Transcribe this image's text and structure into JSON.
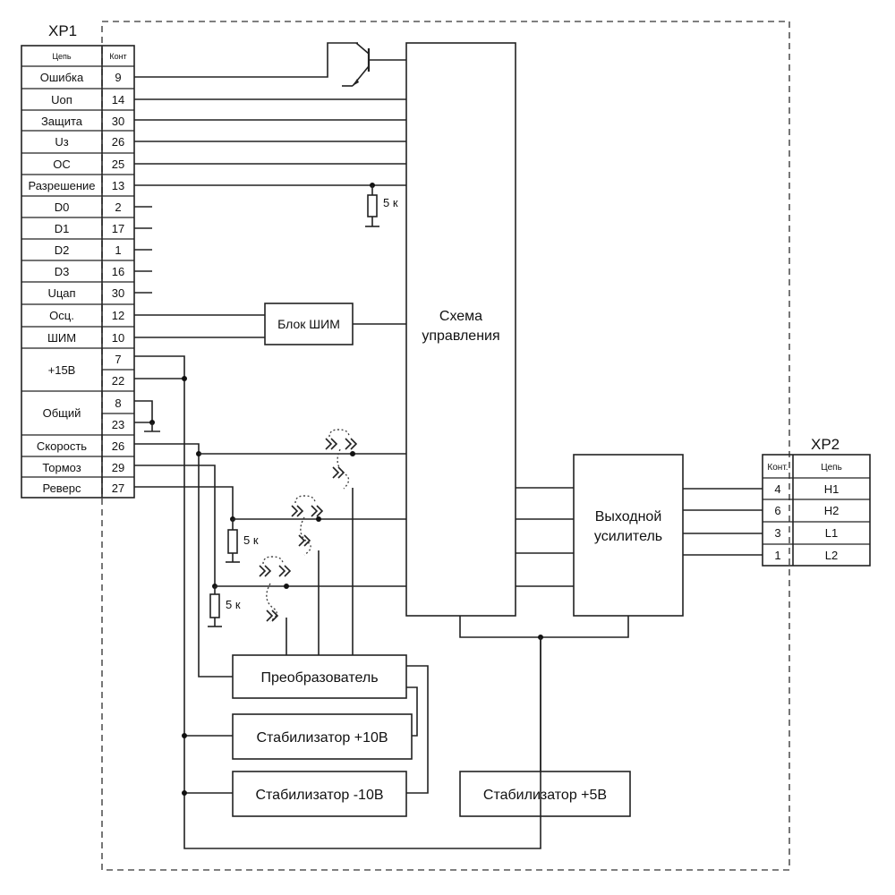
{
  "xp1": {
    "title": "XP1",
    "header_net": "Цепь",
    "header_pin": "Конт",
    "rows": [
      {
        "net": "Ошибка",
        "pin": "9"
      },
      {
        "net": "Uоп",
        "pin": "14"
      },
      {
        "net": "Защита",
        "pin": "30"
      },
      {
        "net": "Uз",
        "pin": "26"
      },
      {
        "net": "ОС",
        "pin": "25"
      },
      {
        "net": "Разрешение",
        "pin": "13"
      },
      {
        "net": "D0",
        "pin": "2"
      },
      {
        "net": "D1",
        "pin": "17"
      },
      {
        "net": "D2",
        "pin": "1"
      },
      {
        "net": "D3",
        "pin": "16"
      },
      {
        "net": "Uцап",
        "pin": "30"
      },
      {
        "net": "Осц.",
        "pin": "12"
      },
      {
        "net": "ШИМ",
        "pin": "10"
      },
      {
        "net": "+15В",
        "pin": "7"
      },
      {
        "net": "",
        "pin": "22"
      },
      {
        "net": "Общий",
        "pin": "8"
      },
      {
        "net": "",
        "pin": "23"
      },
      {
        "net": "Скорость",
        "pin": "26"
      },
      {
        "net": "Тормоз",
        "pin": "29"
      },
      {
        "net": "Реверс",
        "pin": "27"
      }
    ]
  },
  "xp2": {
    "title": "XP2",
    "header_pin": "Конт.",
    "header_net": "Цепь",
    "rows": [
      {
        "pin": "4",
        "net": "H1"
      },
      {
        "pin": "6",
        "net": "H2"
      },
      {
        "pin": "3",
        "net": "L1"
      },
      {
        "pin": "1",
        "net": "L2"
      }
    ]
  },
  "blocks": {
    "control_line1": "Схема",
    "control_line2": "управления",
    "pwm": "Блок ШИМ",
    "amp_line1": "Выходной",
    "amp_line2": "усилитель",
    "converter": "Преобразователь",
    "stab_p10": "Стабилизатор +10В",
    "stab_m10": "Стабилизатор -10В",
    "stab_p5": "Стабилизатор +5В"
  },
  "resistors": {
    "r1": "5 к",
    "r2": "5 к",
    "r3": "5 к"
  }
}
